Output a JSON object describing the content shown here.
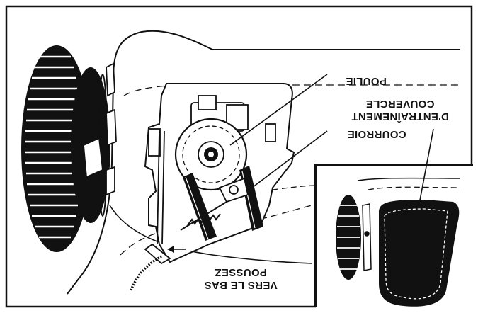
{
  "labels": {
    "pulley": "POULIE",
    "drive_cover_line1": "D'ENTRAÎNEMENT",
    "drive_cover_line2": "COUVERCLE",
    "belt": "COURROIE",
    "push_down_line1": "VERS LE BAS",
    "push_down_line2": "POUSSEZ"
  },
  "colors": {
    "ink": "#111111",
    "paper": "#ffffff"
  }
}
